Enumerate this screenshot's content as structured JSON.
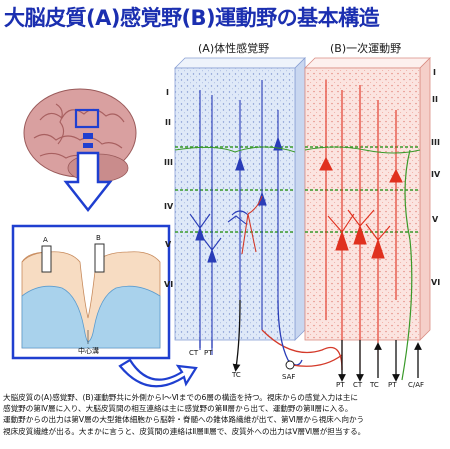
{
  "title": "大脳皮質(A)感覚野(B)運動野の基本構造",
  "panel_a_label": "(A)体性感覚野",
  "panel_b_label": "(B)一次運動野",
  "inset": {
    "label_a": "A",
    "label_b": "B",
    "sulcus_label": "中心溝"
  },
  "layers_a": [
    "I",
    "II",
    "III",
    "IV",
    "V",
    "VI"
  ],
  "layers_b": [
    "I",
    "II",
    "III",
    "IV",
    "V",
    "VI"
  ],
  "fibers": {
    "ct1": "CT",
    "pt1": "PT",
    "tc1": "TC",
    "saf": "SAF",
    "pt2": "PT",
    "ct2": "CT",
    "tc2": "TC",
    "pt3": "PT",
    "caf": "C/AF"
  },
  "caption": [
    "大脳皮質の(A)感覚野、(B)運動野共に外側からⅠ～Ⅵまでの6層の構造を持つ。視床からの感覚入力は主に",
    "感覚野の第Ⅳ層に入り、大脳皮質間の相互連絡は主に感覚野の第Ⅲ層から出て、運動野の第Ⅱ層に入る。",
    "運動野からの出力は第Ⅴ層の大型錐体細胞から脳幹・脊髄への錐体路繊維が出て、第Ⅵ層から視床へ向かう",
    "視床皮質繊維が出る。大まかに言うと、皮質間の連絡はⅡ層Ⅲ層で、皮質外への出力はⅤ層Ⅵ層が担当する。"
  ],
  "colors": {
    "title": "#1b2fb0",
    "sensory": "#2a3db8",
    "motor": "#e0301e",
    "association": "#3a9a2a",
    "frame": "#1f3fd0"
  }
}
